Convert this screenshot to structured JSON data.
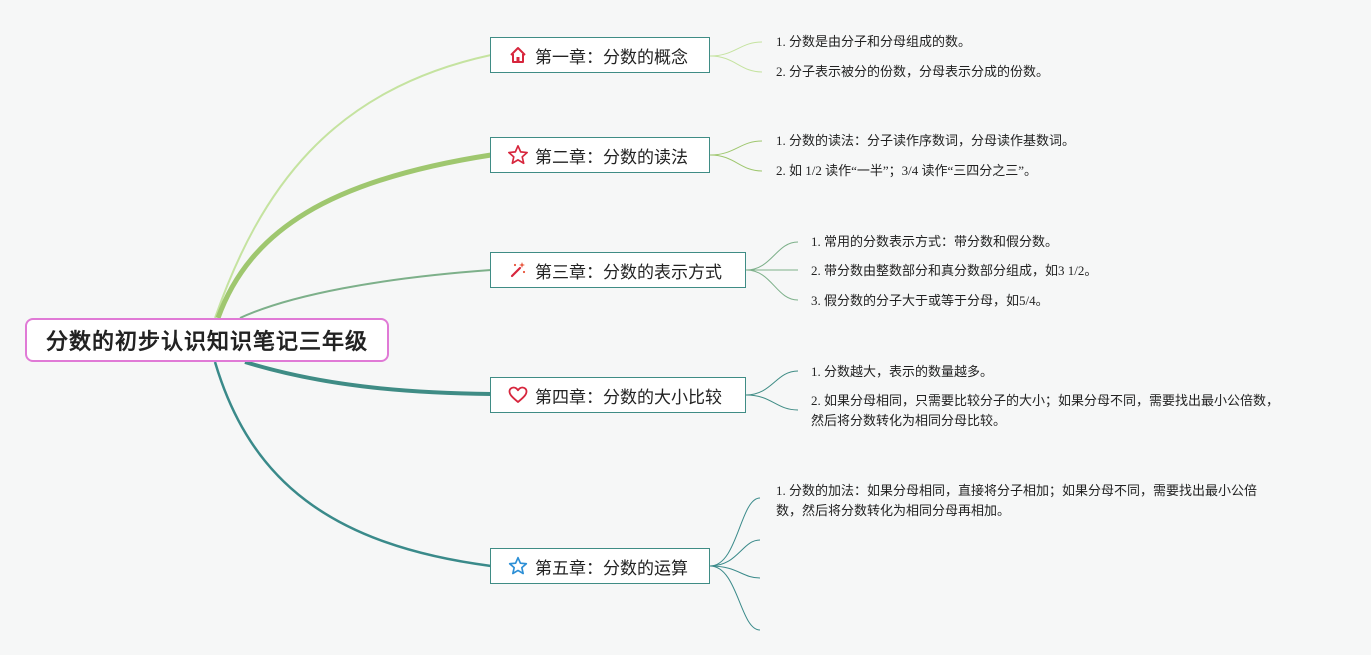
{
  "title": "分数的初步认识知识笔记三年级",
  "chapters": [
    {
      "label": "第一章：分数的概念",
      "icon": "house-icon",
      "notes": [
        "1. 分数是由分子和分母组成的数。",
        "2. 分子表示被分的份数，分母表示分成的份数。"
      ]
    },
    {
      "label": "第二章：分数的读法",
      "icon": "star-outline-icon",
      "notes": [
        "1. 分数的读法：分子读作序数词，分母读作基数词。",
        "2. 如 1/2 读作“一半”；3/4 读作“三四分之三”。"
      ]
    },
    {
      "label": "第三章：分数的表示方式",
      "icon": "magic-wand-icon",
      "notes": [
        "1. 常用的分数表示方式：带分数和假分数。",
        "2. 带分数由整数部分和真分数部分组成，如3 1/2。",
        "3. 假分数的分子大于或等于分母，如5/4。"
      ]
    },
    {
      "label": "第四章：分数的大小比较",
      "icon": "heart-icon",
      "notes": [
        "1. 分数越大，表示的数量越多。",
        "2. 如果分母相同，只需要比较分子的大小；如果分母不同，需要找出最小公倍数，然后将分数转化为相同分母比较。"
      ]
    },
    {
      "label": "第五章：分数的运算",
      "icon": "star-blue-icon",
      "notes": [
        "1. 分数的加法：如果分母相同，直接将分子相加；如果分母不同，需要找出最小公倍数，然后将分数转化为相同分母再相加。"
      ]
    }
  ],
  "colors": {
    "root_border": "#e07ad6",
    "chapter_border": "#3f8c85",
    "branch_1": "#c5e3a0",
    "branch_2": "#9fc76f",
    "branch_3": "#7db08a",
    "branch_4": "#3f8c85",
    "branch_5": "#3a8a8a"
  }
}
